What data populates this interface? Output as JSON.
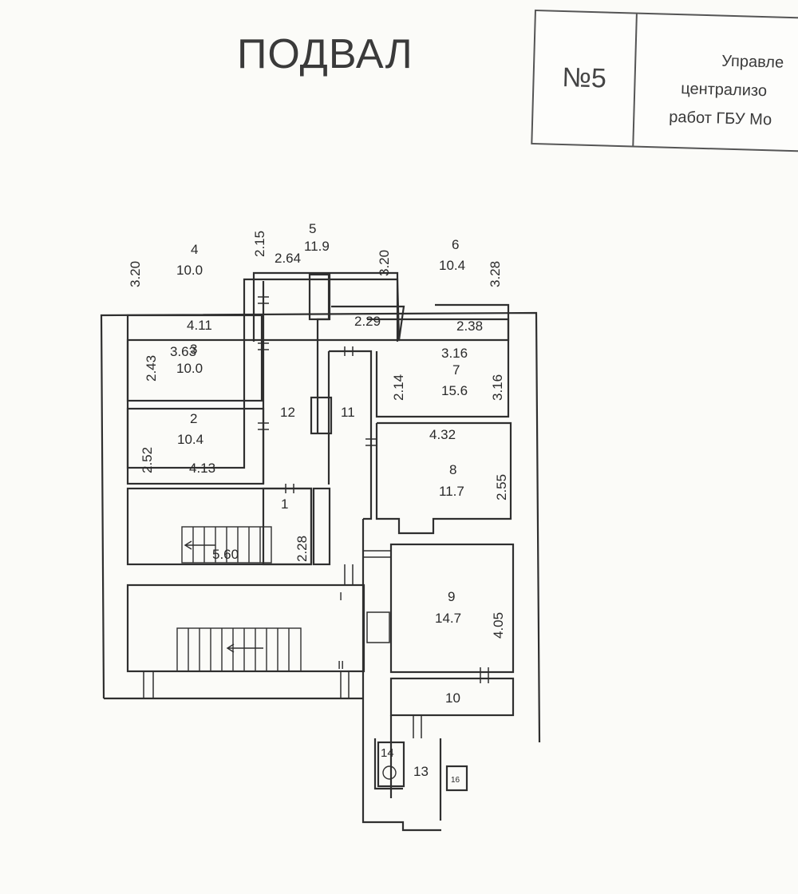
{
  "header": {
    "title": "ПОДВАЛ",
    "stamp_number": "№5",
    "stamp_lines": [
      "Управле",
      "централизо",
      "работ ГБУ Мо"
    ]
  },
  "rooms": [
    {
      "id": "r4",
      "number": "4",
      "area": "10.0",
      "dims": [
        "3.63",
        "3.20"
      ]
    },
    {
      "id": "r5",
      "number": "5",
      "area": "11.9",
      "dims": [
        "2.15",
        "2.64",
        "3.20"
      ]
    },
    {
      "id": "r6",
      "number": "6",
      "area": "10.4",
      "dims": [
        "3.16",
        "3.28"
      ]
    },
    {
      "id": "r3",
      "number": "3",
      "area": "10.0",
      "dims": [
        "4.11",
        "2.43"
      ]
    },
    {
      "id": "r7",
      "number": "7",
      "area": "15.6",
      "dims": [
        "2.29",
        "2.38",
        "2.14",
        "3.16"
      ]
    },
    {
      "id": "r2",
      "number": "2",
      "area": "10.4",
      "dims": [
        "2.52",
        "4.13"
      ]
    },
    {
      "id": "r8",
      "number": "8",
      "area": "11.7",
      "dims": [
        "4.32",
        "2.55"
      ]
    },
    {
      "id": "r1",
      "number": "1",
      "area": "",
      "dims": [
        "2.28",
        "5.60"
      ]
    },
    {
      "id": "r9",
      "number": "9",
      "area": "14.7",
      "dims": [
        "4.05"
      ]
    },
    {
      "id": "r10",
      "number": "10",
      "area": "",
      "dims": []
    },
    {
      "id": "r11",
      "number": "11",
      "area": "",
      "dims": []
    },
    {
      "id": "r12",
      "number": "12",
      "area": "",
      "dims": []
    },
    {
      "id": "r13",
      "number": "13",
      "area": "",
      "dims": []
    },
    {
      "id": "r14",
      "number": "14",
      "area": "",
      "dims": []
    },
    {
      "id": "r16",
      "number": "16",
      "area": "",
      "dims": []
    }
  ],
  "stair_marks": [
    "I",
    "II"
  ]
}
